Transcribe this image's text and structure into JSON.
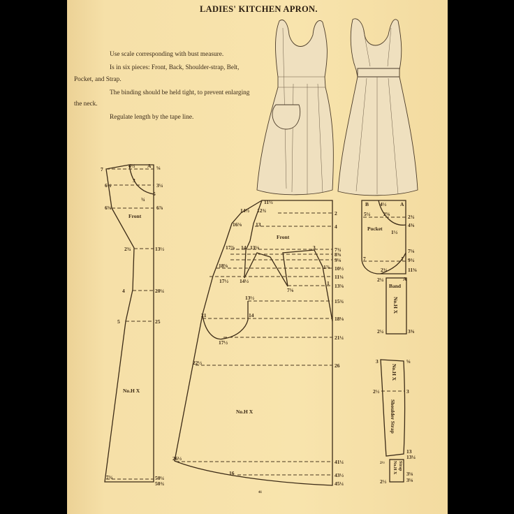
{
  "title": "LADIES' KITCHEN APRON.",
  "instructions": [
    "Use scale corresponding with bust measure.",
    "Is in six pieces: Front, Back, Shoulder-strap, Belt, Pocket, and Strap.",
    "The binding should be held tight, to prevent enlarging the neck.",
    "Regulate length by the tape line."
  ],
  "page_number": "41",
  "bodice_piece": {
    "name": "Front",
    "mark": "No.H X",
    "labels": [
      "7",
      "4½",
      "A",
      "⅝",
      "6¼",
      "3",
      "3¼",
      "5",
      "¾",
      "6⅝",
      "6⅞",
      "2¾",
      "13½",
      "4",
      "20¼",
      "5",
      "25",
      "7¾",
      "50¼",
      "50¾"
    ]
  },
  "skirt_piece": {
    "name": "Front",
    "mark": "No.H X",
    "left_labels": [
      "11½",
      "14½",
      "12¾",
      "16⅝",
      "13",
      "17⅞",
      "14",
      "13⅛",
      "18⅝",
      "17½",
      "14½",
      "7⅝",
      "13½",
      "21",
      "14",
      "17½",
      "22½",
      "26½",
      "16",
      "3",
      "1⅞",
      "1"
    ],
    "right_labels": [
      "2",
      "4",
      "7¾",
      "8⅜",
      "9⅛",
      "10½",
      "11⅛",
      "13⅝",
      "15¾",
      "18⅛",
      "21¼",
      "26",
      "41¼",
      "43½",
      "45¼"
    ]
  },
  "pocket_piece": {
    "name": "Pocket",
    "labels": [
      "B",
      "4½",
      "A",
      "5¼",
      "2⅝",
      "2¾",
      "4⅜",
      "1½",
      "7⅛",
      "7",
      "1",
      "9¾",
      "2¾",
      "11⅜"
    ]
  },
  "band_piece": {
    "name": "Band",
    "mark": "No.H X",
    "labels": [
      "2¼",
      "A",
      "2¼",
      "3⅜"
    ]
  },
  "shoulder_strap_piece": {
    "name": "Shoulder Strap",
    "mark": "No.H X",
    "labels": [
      "3",
      "⅝",
      "2½",
      "3",
      "13",
      "13¼"
    ]
  },
  "strap_piece": {
    "name": "Strap",
    "mark": "No.H X",
    "labels": [
      "2½",
      "3⅛",
      "2½",
      "3⅛"
    ]
  }
}
